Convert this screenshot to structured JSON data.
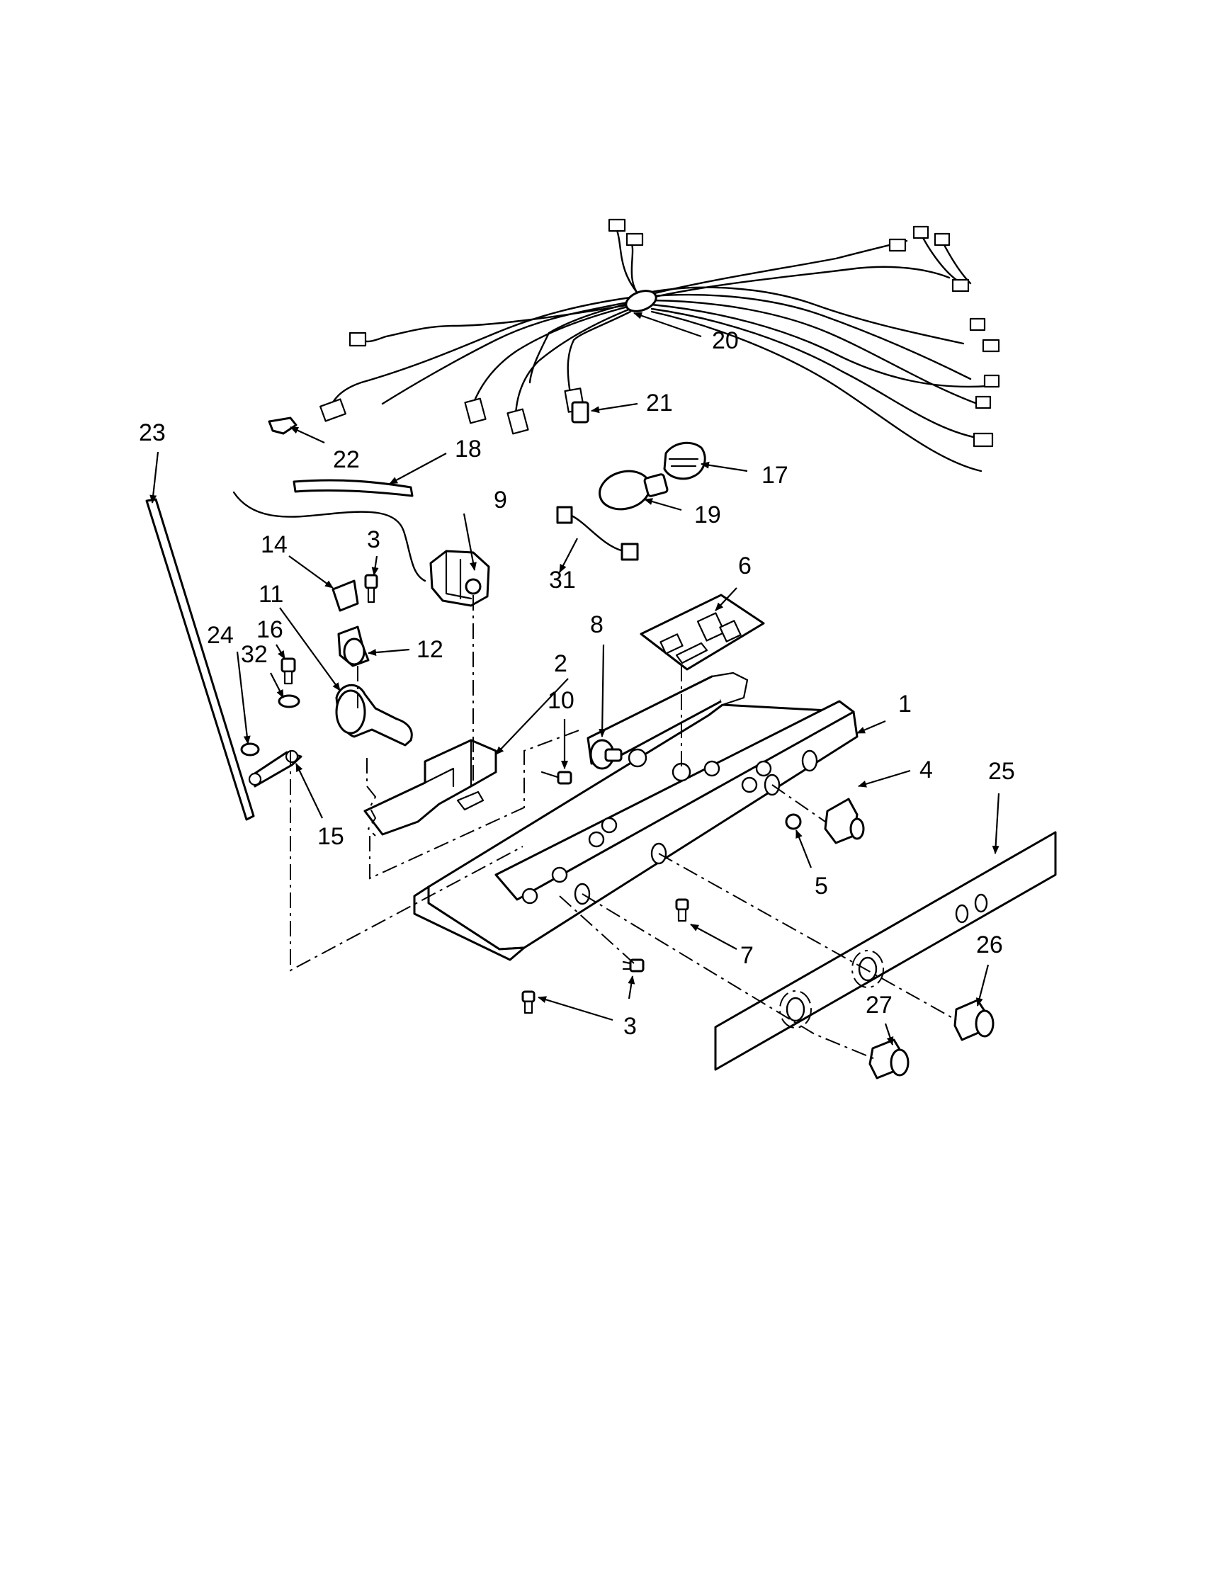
{
  "diagram": {
    "callouts": [
      {
        "label": "1"
      },
      {
        "label": "2"
      },
      {
        "label": "3"
      },
      {
        "label": "3"
      },
      {
        "label": "4"
      },
      {
        "label": "5"
      },
      {
        "label": "6"
      },
      {
        "label": "7"
      },
      {
        "label": "8"
      },
      {
        "label": "9"
      },
      {
        "label": "10"
      },
      {
        "label": "11"
      },
      {
        "label": "12"
      },
      {
        "label": "14"
      },
      {
        "label": "15"
      },
      {
        "label": "16"
      },
      {
        "label": "17"
      },
      {
        "label": "18"
      },
      {
        "label": "19"
      },
      {
        "label": "20"
      },
      {
        "label": "21"
      },
      {
        "label": "22"
      },
      {
        "label": "23"
      },
      {
        "label": "24"
      },
      {
        "label": "25"
      },
      {
        "label": "26"
      },
      {
        "label": "27"
      },
      {
        "label": "31"
      },
      {
        "label": "32"
      }
    ]
  }
}
